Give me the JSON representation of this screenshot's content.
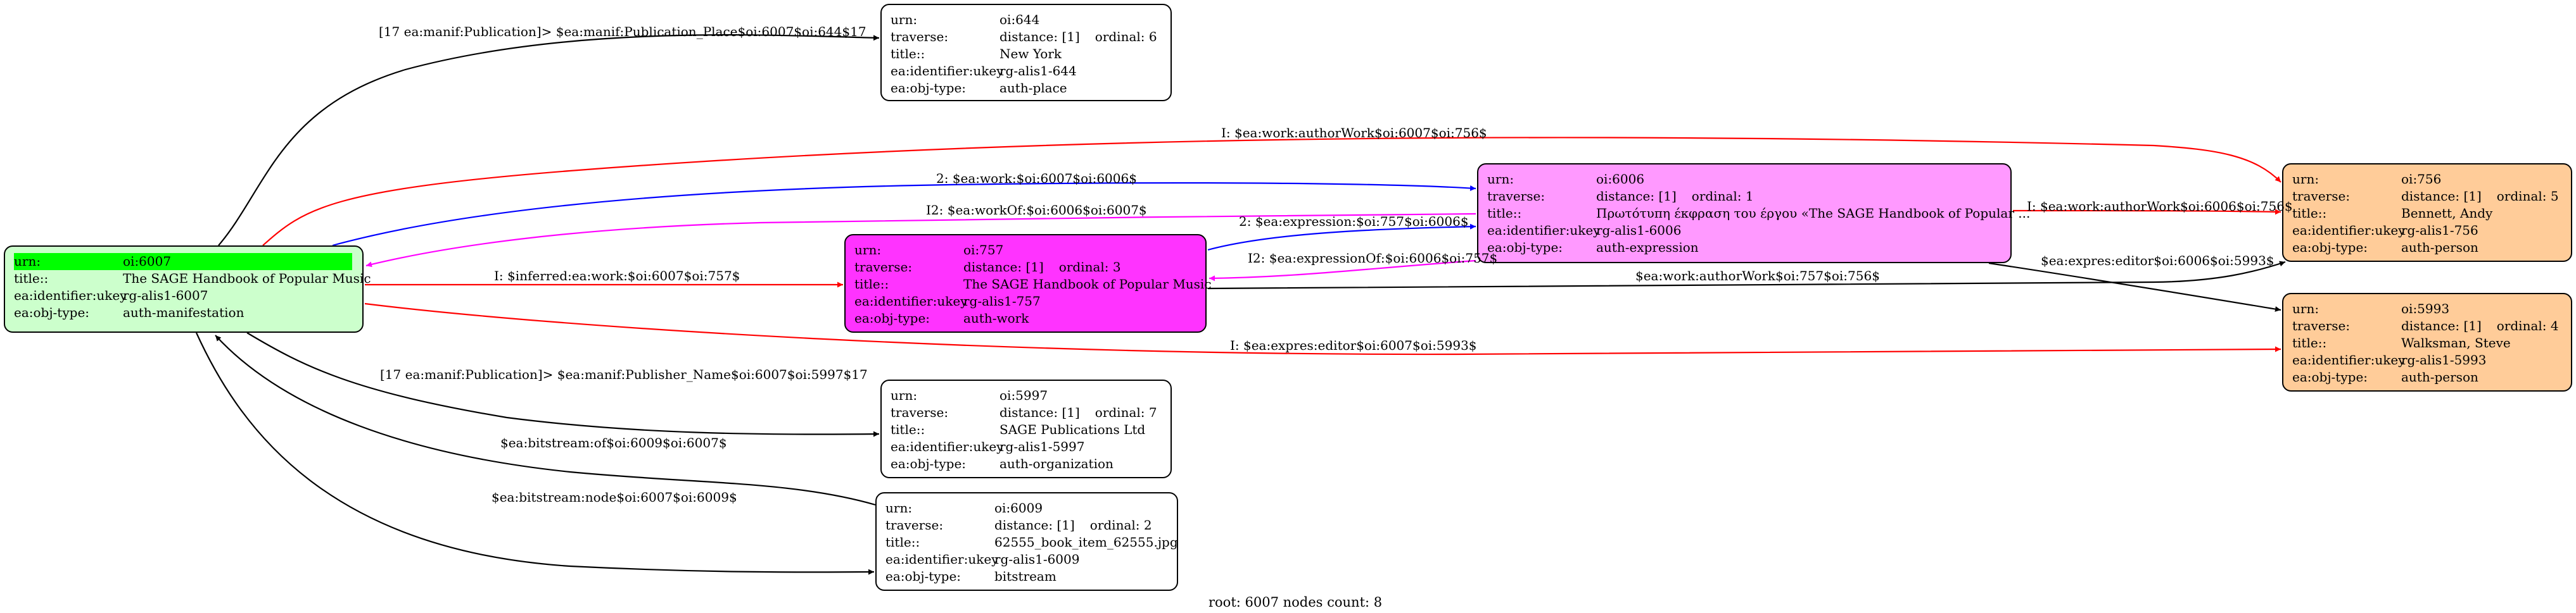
{
  "nodes": {
    "n6007": {
      "fill": "#ccffcc",
      "rows": [
        [
          "urn:",
          "oi:6007"
        ],
        [
          "title::",
          "The SAGE Handbook of Popular Music"
        ],
        [
          "ea:identifier:ukey",
          "rg-alis1-6007"
        ],
        [
          "ea:obj-type:",
          "auth-manifestation"
        ]
      ]
    },
    "n644": {
      "fill": "#ffffff",
      "rows": [
        [
          "urn:",
          "oi:644"
        ],
        [
          "traverse:",
          "distance: [1]",
          "ordinal: 6"
        ],
        [
          "title::",
          "New York"
        ],
        [
          "ea:identifier:ukey",
          "rg-alis1-644"
        ],
        [
          "ea:obj-type:",
          "auth-place"
        ]
      ]
    },
    "n757": {
      "fill": "#ff33ff",
      "rows": [
        [
          "urn:",
          "oi:757"
        ],
        [
          "traverse:",
          "distance: [1]",
          "ordinal: 3"
        ],
        [
          "title::",
          "The SAGE Handbook of Popular Music"
        ],
        [
          "ea:identifier:ukey",
          "rg-alis1-757"
        ],
        [
          "ea:obj-type:",
          "auth-work"
        ]
      ]
    },
    "n6006": {
      "fill": "#ff99ff",
      "rows": [
        [
          "urn:",
          "oi:6006"
        ],
        [
          "traverse:",
          "distance: [1]",
          "ordinal: 1"
        ],
        [
          "title::",
          "Πρωτότυπη έκφραση του έργου «The SAGE Handbook of Popular ..."
        ],
        [
          "ea:identifier:ukey",
          "rg-alis1-6006"
        ],
        [
          "ea:obj-type:",
          "auth-expression"
        ]
      ]
    },
    "n756": {
      "fill": "#ffcc99",
      "rows": [
        [
          "urn:",
          "oi:756"
        ],
        [
          "traverse:",
          "distance: [1]",
          "ordinal: 5"
        ],
        [
          "title::",
          "Bennett, Andy"
        ],
        [
          "ea:identifier:ukey",
          "rg-alis1-756"
        ],
        [
          "ea:obj-type:",
          "auth-person"
        ]
      ]
    },
    "n5993": {
      "fill": "#ffcc99",
      "rows": [
        [
          "urn:",
          "oi:5993"
        ],
        [
          "traverse:",
          "distance: [1]",
          "ordinal: 4"
        ],
        [
          "title::",
          "Walksman, Steve"
        ],
        [
          "ea:identifier:ukey",
          "rg-alis1-5993"
        ],
        [
          "ea:obj-type:",
          "auth-person"
        ]
      ]
    },
    "n5997": {
      "fill": "#ffffff",
      "rows": [
        [
          "urn:",
          "oi:5997"
        ],
        [
          "traverse:",
          "distance: [1]",
          "ordinal: 7"
        ],
        [
          "title::",
          "SAGE Publications Ltd"
        ],
        [
          "ea:identifier:ukey",
          "rg-alis1-5997"
        ],
        [
          "ea:obj-type:",
          "auth-organization"
        ]
      ]
    },
    "n6009": {
      "fill": "#ffffff",
      "rows": [
        [
          "urn:",
          "oi:6009"
        ],
        [
          "traverse:",
          "distance: [1]",
          "ordinal: 2"
        ],
        [
          "title::",
          "62555_book_item_62555.jpg"
        ],
        [
          "ea:identifier:ukey",
          "rg-alis1-6009"
        ],
        [
          "ea:obj-type:",
          "bitstream"
        ]
      ]
    }
  },
  "edges": [
    {
      "name": "edge-6007-644",
      "label": "[17 ea:manif:Publication]> $ea:manif:Publication_Place$oi:6007$oi:644$17",
      "color": "#000000"
    },
    {
      "name": "edge-6007-756",
      "label": "I: $ea:work:authorWork$oi:6007$oi:756$",
      "color": "#ff0000"
    },
    {
      "name": "edge-6007-6006",
      "label": "2: $ea:work:$oi:6007$oi:6006$",
      "color": "#0000ff"
    },
    {
      "name": "edge-6006-6007",
      "label": "I2: $ea:workOf:$oi:6006$oi:6007$",
      "color": "#ff00ff"
    },
    {
      "name": "edge-6007-757",
      "label": "I: $inferred:ea:work:$oi:6007$oi:757$",
      "color": "#ff0000"
    },
    {
      "name": "edge-757-6006",
      "label": "2: $ea:expression:$oi:757$oi:6006$",
      "color": "#0000ff"
    },
    {
      "name": "edge-6006-757",
      "label": "I2: $ea:expressionOf:$oi:6006$oi:757$",
      "color": "#ff00ff"
    },
    {
      "name": "edge-6006-756",
      "label": "I: $ea:work:authorWork$oi:6006$oi:756$",
      "color": "#ff0000"
    },
    {
      "name": "edge-6006-5993",
      "label": "$ea:expres:editor$oi:6006$oi:5993$",
      "color": "#000000"
    },
    {
      "name": "edge-757-756",
      "label": "$ea:work:authorWork$oi:757$oi:756$",
      "color": "#000000"
    },
    {
      "name": "edge-6007-5993",
      "label": "I: $ea:expres:editor$oi:6007$oi:5993$",
      "color": "#ff0000"
    },
    {
      "name": "edge-6007-5997",
      "label": "[17 ea:manif:Publication]> $ea:manif:Publisher_Name$oi:6007$oi:5997$17",
      "color": "#000000"
    },
    {
      "name": "edge-6009-6007",
      "label": "$ea:bitstream:of$oi:6009$oi:6007$",
      "color": "#000000"
    },
    {
      "name": "edge-6007-6009",
      "label": "$ea:bitstream:node$oi:6007$oi:6009$",
      "color": "#000000"
    }
  ],
  "footer": "root: 6007 nodes count: 8"
}
